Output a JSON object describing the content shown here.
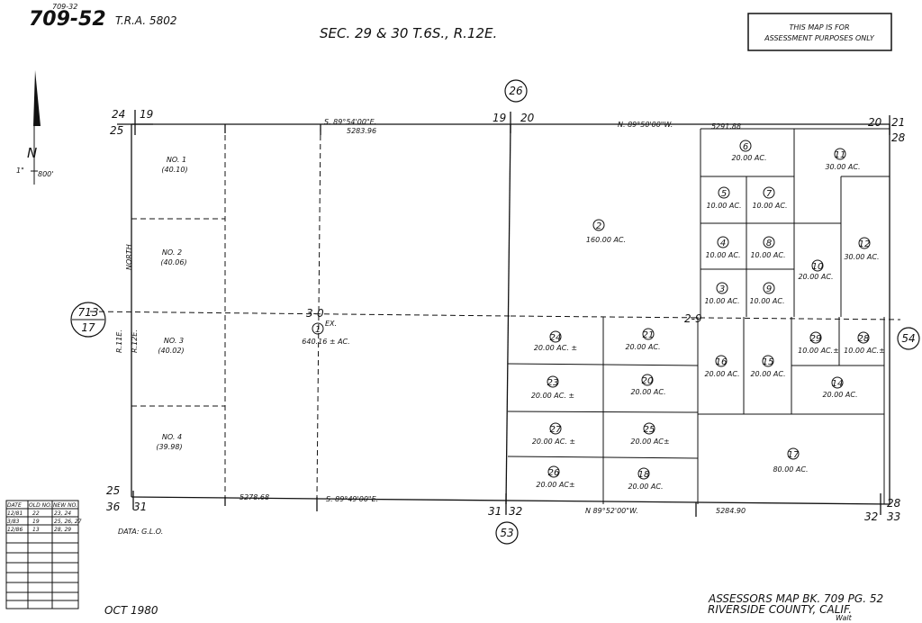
{
  "header": {
    "small_ref": "709-32",
    "map_number": "709-52",
    "tra": "T.R.A. 5802",
    "section_title": "SEC. 29 & 30   T.6S., R.12E.",
    "notice_line1": "THIS MAP IS FOR",
    "notice_line2": "ASSESSMENT PURPOSES ONLY"
  },
  "north_arrow": {
    "letter": "N",
    "scale_left": "1\"",
    "scale_right": "800'"
  },
  "sheet_refs": {
    "top": "26",
    "bottom": "53",
    "right": "54",
    "left_top": "713",
    "left_bottom": "17"
  },
  "corners": {
    "tl_a": "24",
    "tl_b": "19",
    "tl_c": "25",
    "tm_a": "19",
    "tm_b": "20",
    "tr_a": "20",
    "tr_b": "21",
    "tr_c": "28",
    "bl_a": "25",
    "bl_b": "36",
    "bl_c": "31",
    "bm_a": "31",
    "bm_b": "32",
    "br_a": "28",
    "br_b": "32",
    "br_c": "33"
  },
  "bearings": {
    "top_left": "S. 89°54'00\"E.",
    "top_left_dist": "5283.96",
    "top_right": "N. 89°50'00\"W.",
    "top_right_dist": "5291.88",
    "bottom_left_dist": "5278.68",
    "bottom_left": "S. 89°49'00\"E.",
    "bottom_right": "N 89°52'00\"W.",
    "bottom_right_dist": "5284.90"
  },
  "section_labels": {
    "sec30": "3-0",
    "sec29": "2-9"
  },
  "side_labels": {
    "north": "NORTH",
    "range1": "R.11E.",
    "range2": "R.12E."
  },
  "lots": [
    {
      "name": "NO. 1",
      "area": "(40.10)"
    },
    {
      "name": "NO. 2",
      "area": "(40.06)"
    },
    {
      "name": "NO. 3",
      "area": "(40.02)"
    },
    {
      "name": "NO. 4",
      "area": "(39.98)"
    }
  ],
  "parcels": [
    {
      "num": "1",
      "note": "EX.",
      "area": "640.16 ± AC."
    },
    {
      "num": "2",
      "area": "160.00 AC."
    },
    {
      "num": "3",
      "area": "10.00 AC."
    },
    {
      "num": "4",
      "area": "10.00 AC."
    },
    {
      "num": "5",
      "area": "10.00 AC."
    },
    {
      "num": "6",
      "area": "20.00 AC."
    },
    {
      "num": "7",
      "area": "10.00 AC."
    },
    {
      "num": "8",
      "area": "10.00 AC."
    },
    {
      "num": "9",
      "area": "10.00 AC."
    },
    {
      "num": "10",
      "area": "20.00 AC."
    },
    {
      "num": "11",
      "area": "30.00 AC."
    },
    {
      "num": "12",
      "area": "30.00 AC."
    },
    {
      "num": "14",
      "area": "20.00 AC."
    },
    {
      "num": "15",
      "area": "20.00 AC."
    },
    {
      "num": "16",
      "area": "20.00 AC."
    },
    {
      "num": "17",
      "area": "80.00 AC."
    },
    {
      "num": "18",
      "area": "20.00 AC."
    },
    {
      "num": "20",
      "area": "20.00 AC."
    },
    {
      "num": "21",
      "area": "20.00 AC."
    },
    {
      "num": "23",
      "area": "20.00 AC. ±"
    },
    {
      "num": "24",
      "area": "20.00 AC. ±"
    },
    {
      "num": "25",
      "area": "20.00 AC±"
    },
    {
      "num": "26",
      "area": "20.00 AC±"
    },
    {
      "num": "27",
      "area": "20.00 AC. ±"
    },
    {
      "num": "28",
      "area": "10.00 AC.±"
    },
    {
      "num": "29",
      "area": "10.00 AC.±"
    }
  ],
  "changes_table": {
    "headers": [
      "DATE",
      "OLD NO.",
      "NEW NO."
    ],
    "rows": [
      [
        "12/81",
        "22",
        "23, 24"
      ],
      [
        "3/83",
        "19",
        "25, 26, 27"
      ],
      [
        "12/86",
        "13",
        "28, 29"
      ]
    ]
  },
  "footer": {
    "data_note": "DATA: G.L.O.",
    "date": "OCT 1980",
    "line1": "ASSESSORS MAP BK. 709 PG. 52",
    "line2": "RIVERSIDE COUNTY, CALIF.",
    "drafter": "Walt"
  }
}
